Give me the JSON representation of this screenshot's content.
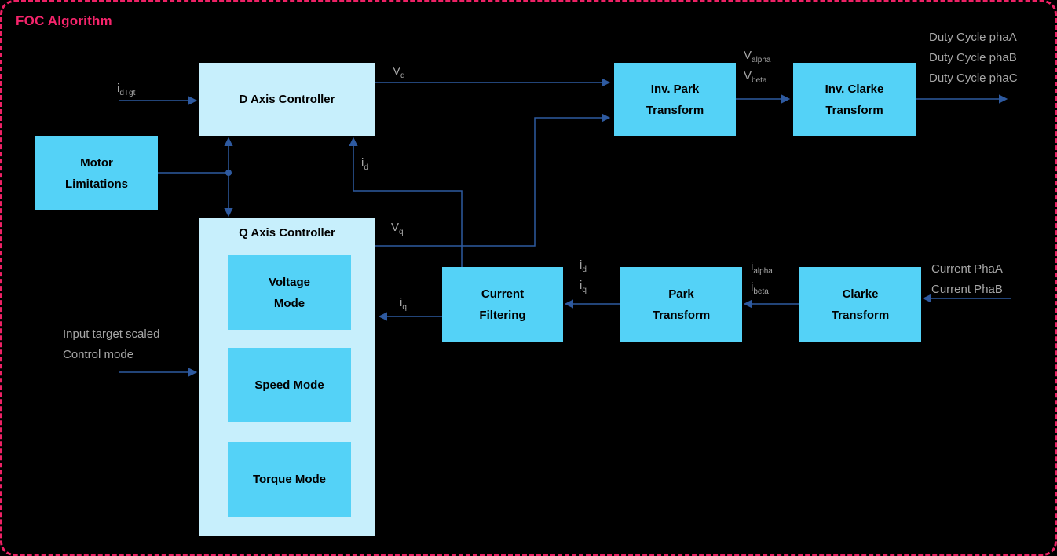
{
  "title": "FOC Algorithm",
  "colors": {
    "background": "#000000",
    "border_pink": "#EE2165",
    "title_pink": "#F5246B",
    "block_bright_cyan": "#54D2F7",
    "block_light_cyan": "#C7EFFC",
    "wire_blue": "#2E5AA0",
    "label_gray": "#A6A6A6",
    "block_text": "#000000"
  },
  "blocks": {
    "d_axis_controller": "D Axis Controller",
    "motor_limitations": "Motor Limitations",
    "q_axis_controller": "Q Axis Controller",
    "voltage_mode": "Voltage Mode",
    "speed_mode": "Speed Mode",
    "torque_mode": "Torque Mode",
    "inv_park_transform": "Inv. Park Transform",
    "inv_clarke_transform": "Inv. Clarke Transform",
    "current_filtering": "Current Filtering",
    "park_transform": "Park Transform",
    "clarke_transform": "Clarke Transform"
  },
  "signals": {
    "i_dtgt": {
      "main": "i",
      "sub": "dTgt"
    },
    "v_d": {
      "main": "V",
      "sub": "d"
    },
    "v_q": {
      "main": "V",
      "sub": "q"
    },
    "v_alpha": {
      "main": "V",
      "sub": "alpha"
    },
    "v_beta": {
      "main": "V",
      "sub": "beta"
    },
    "i_d_feedback": {
      "main": "i",
      "sub": "d"
    },
    "i_q_feedback": {
      "main": "i",
      "sub": "q"
    },
    "i_d_mid": {
      "main": "i",
      "sub": "d"
    },
    "i_q_mid": {
      "main": "i",
      "sub": "q"
    },
    "i_alpha": {
      "main": "i",
      "sub": "alpha"
    },
    "i_beta": {
      "main": "i",
      "sub": "beta"
    }
  },
  "io": {
    "duty_cycle_a": "Duty Cycle phaA",
    "duty_cycle_b": "Duty Cycle phaB",
    "duty_cycle_c": "Duty Cycle phaC",
    "current_pha_a": "Current PhaA",
    "current_pha_b": "Current PhaB",
    "input_target": "Input target scaled",
    "control_mode": "Control mode"
  }
}
